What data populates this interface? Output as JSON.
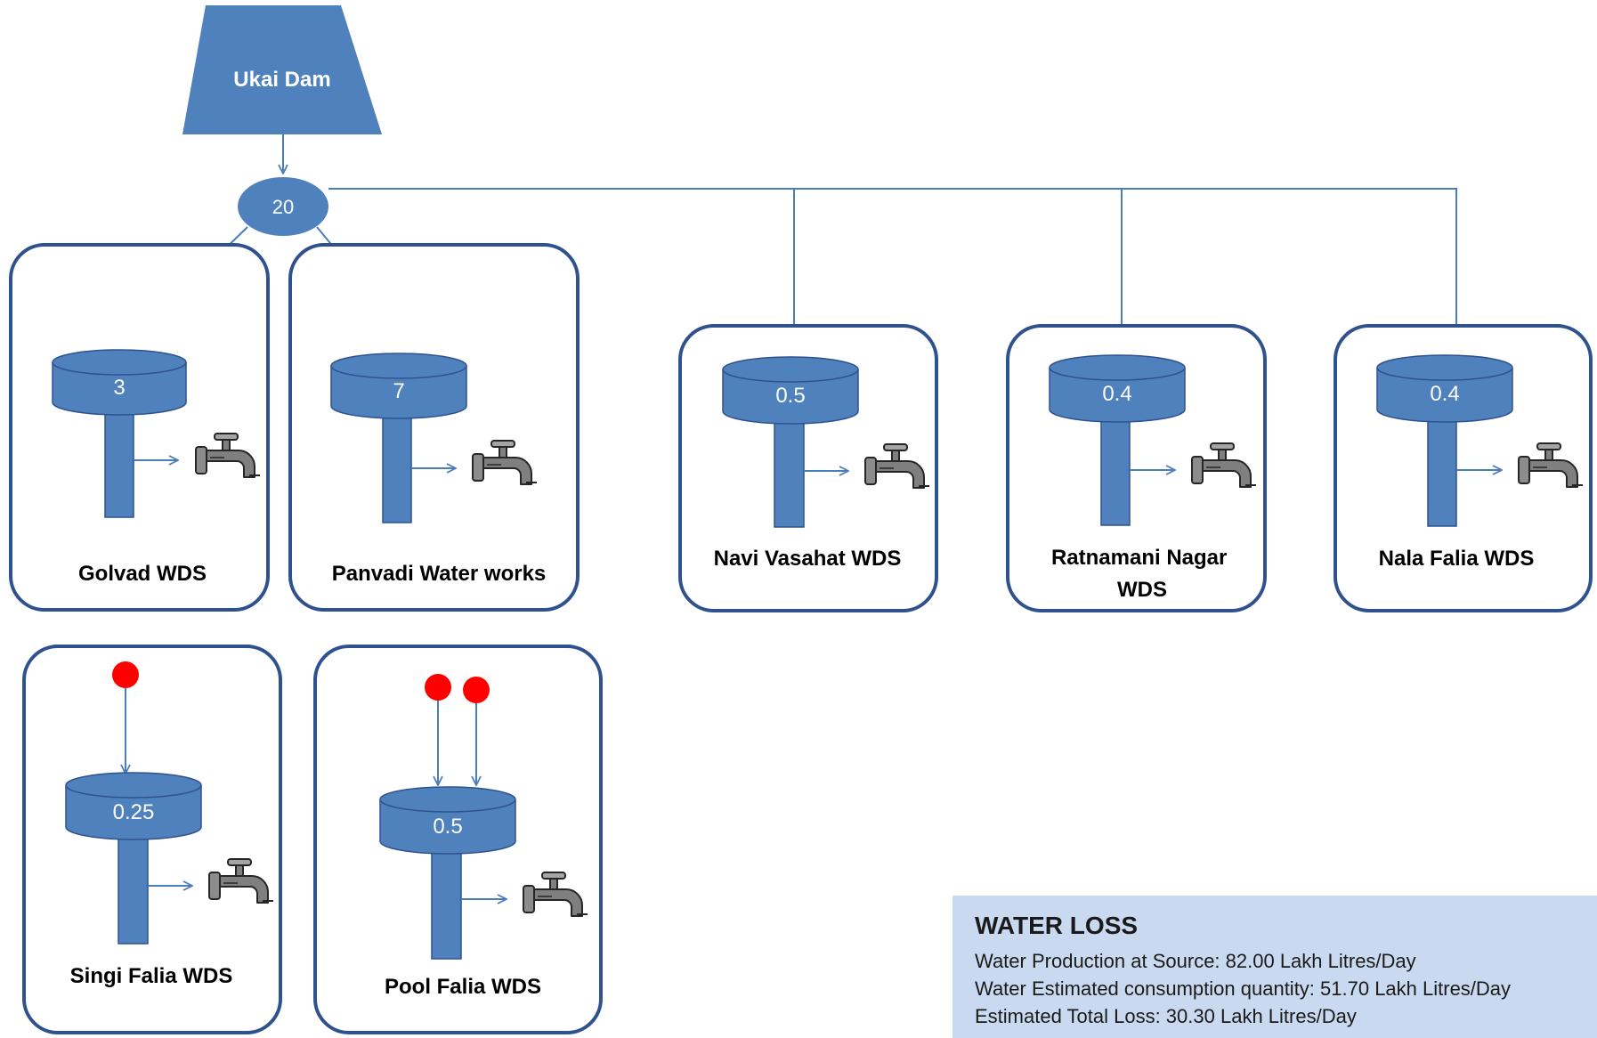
{
  "source": {
    "label": "Ukai Dam"
  },
  "junction": {
    "value": "20"
  },
  "stations": [
    {
      "name_lines": [
        "Golvad WDS"
      ],
      "tank_value": "3"
    },
    {
      "name_lines": [
        "Panvadi Water works"
      ],
      "tank_value": "7"
    },
    {
      "name_lines": [
        "Navi Vasahat WDS"
      ],
      "tank_value": "0.5"
    },
    {
      "name_lines": [
        "Ratnamani Nagar",
        "WDS"
      ],
      "tank_value": "0.4"
    },
    {
      "name_lines": [
        "Nala Falia WDS"
      ],
      "tank_value": "0.4"
    },
    {
      "name_lines": [
        "Singi Falia WDS"
      ],
      "tank_value": "0.25"
    },
    {
      "name_lines": [
        "Pool Falia WDS"
      ],
      "tank_value": "0.5"
    }
  ],
  "water_loss": {
    "title": "WATER LOSS",
    "lines": [
      "Water Production at Source: 82.00 Lakh Litres/Day",
      "Water Estimated consumption quantity: 51.70 Lakh Litres/Day",
      "Estimated Total Loss: 30.30 Lakh Litres/Day"
    ]
  },
  "colors": {
    "tank_fill": "#4f81bd",
    "tank_stroke": "#2f528f",
    "box_stroke": "#2f528f",
    "arrow": "#4a7ebb",
    "source_dot": "#ff0000",
    "panel_bg": "#c9daf0"
  },
  "icons": [
    "water-tap-icon"
  ]
}
